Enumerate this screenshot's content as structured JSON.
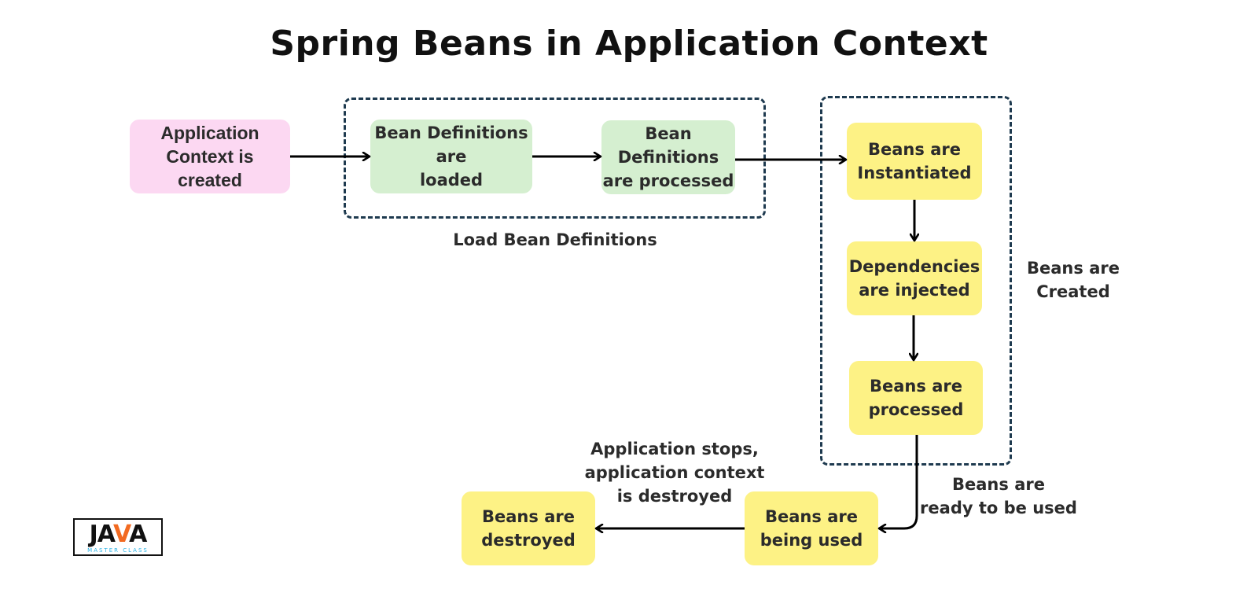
{
  "title": "Spring Beans in Application Context",
  "nodes": {
    "context_created": "Application\nContext is\ncreated",
    "definitions_loaded": "Bean Definitions\nare\nloaded",
    "definitions_processed": "Bean\nDefinitions\nare processed",
    "instantiated": "Beans are\nInstantiated",
    "injected": "Dependencies\nare injected",
    "processed": "Beans are\nprocessed",
    "being_used": "Beans are\nbeing used",
    "destroyed": "Beans are\ndestroyed"
  },
  "labels": {
    "load_group": "Load Bean Definitions",
    "created_group": "Beans are\nCreated",
    "ready": "Beans are\nready to be used",
    "stops": "Application stops,\napplication context\nis destroyed"
  },
  "logo": {
    "word_left": "JA",
    "word_mid": "V",
    "word_right": "A",
    "subtitle": "MASTER CLASS"
  },
  "colors": {
    "start_node": "#fcd8f2",
    "definition_nodes": "#d5efd0",
    "bean_nodes": "#fdf285",
    "group_border": "#1e3a4f",
    "logo_accent": "#f26a21"
  }
}
